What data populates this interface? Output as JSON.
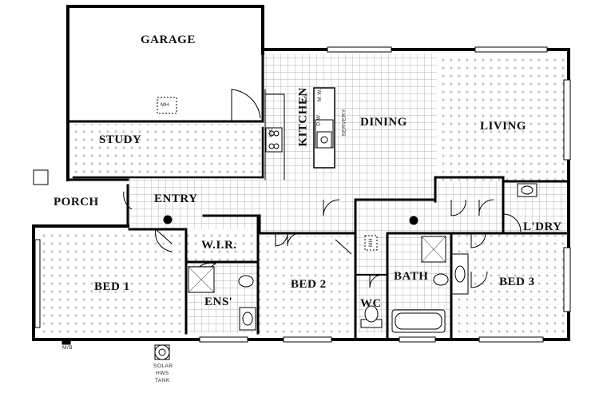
{
  "rooms": {
    "garage": "GARAGE",
    "study": "STUDY",
    "kitchen": "KITCHEN",
    "dining": "DINING",
    "living": "LIVING",
    "porch": "PORCH",
    "entry": "ENTRY",
    "wir": "W.I.R.",
    "bed1": "BED 1",
    "bed2": "BED 2",
    "bed3": "BED 3",
    "ens": "ENS'",
    "bath": "BATH",
    "wc": "WC",
    "ldry": "L'DRY"
  },
  "fixtures": {
    "garage_mh": "MH",
    "hall_mh": "MH",
    "uc": "U/C",
    "ss": "S.S.",
    "dw": "D.W.",
    "mw": "M.W.",
    "servery": "SERVERY",
    "meter_box": "M/B",
    "solar_line1": "SOLAR",
    "solar_line2": "HWS",
    "solar_line3": "TANK"
  }
}
